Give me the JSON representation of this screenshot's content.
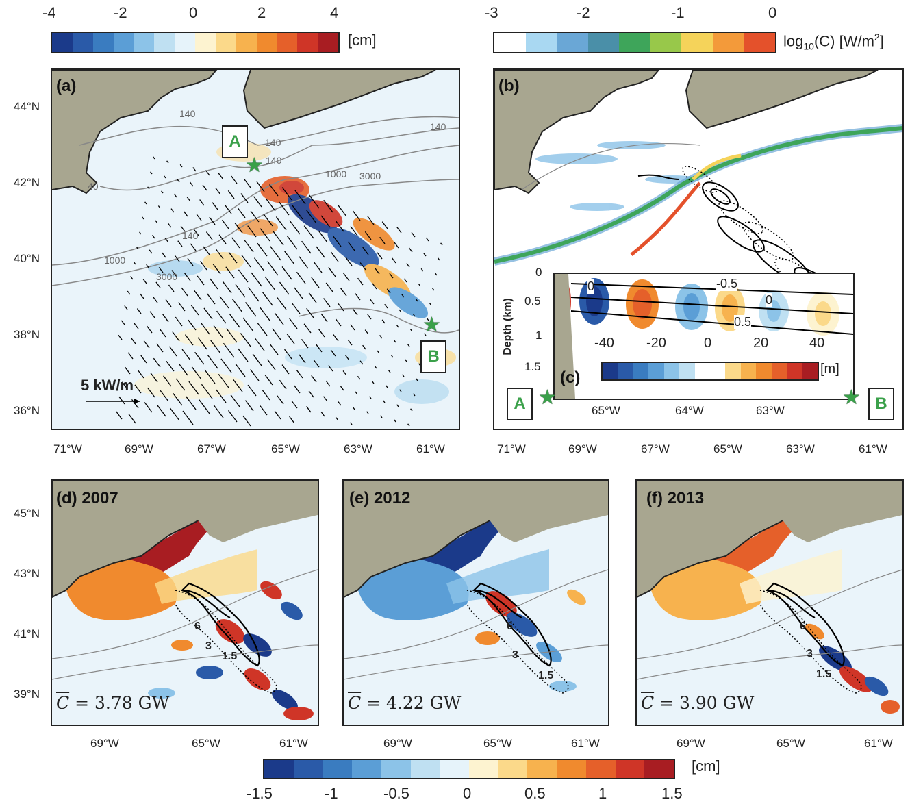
{
  "colorbars": {
    "ssh_top": {
      "ticks": [
        "-4",
        "-2",
        "0",
        "2",
        "4"
      ],
      "unit": "[cm]",
      "colors": [
        "#1b3a8a",
        "#2a5aa8",
        "#3a7cc0",
        "#5b9ed6",
        "#8cc3e8",
        "#bfe0f2",
        "#e6f3fa",
        "#fdf3d0",
        "#fbd98a",
        "#f7b24e",
        "#f08a2e",
        "#e5602a",
        "#cf3527",
        "#a81d22"
      ]
    },
    "flux_top": {
      "ticks": [
        "-3",
        "-2",
        "-1",
        "0"
      ],
      "unit": "log10(C) [W/m2]",
      "colors": [
        "#ffffff",
        "#a9d8f2",
        "#6aa7d6",
        "#4a8fa8",
        "#3ea55a",
        "#98c84a",
        "#f5d35a",
        "#f39a3a",
        "#e4512b"
      ]
    },
    "depth_inset": {
      "unit": "[m]",
      "colors": [
        "#1b3a8a",
        "#2a5aa8",
        "#3a7cc0",
        "#5b9ed6",
        "#8cc3e8",
        "#bfe0f2",
        "#ffffff",
        "#ffffff",
        "#fbd98a",
        "#f7b24e",
        "#f08a2e",
        "#e5602a",
        "#cf3527",
        "#a81d22"
      ]
    },
    "ssh_bottom": {
      "ticks": [
        "-1.5",
        "-1",
        "-0.5",
        "0",
        "0.5",
        "1",
        "1.5"
      ],
      "unit": "[cm]",
      "colors": [
        "#1b3a8a",
        "#2a5aa8",
        "#3a7cc0",
        "#5b9ed6",
        "#8cc3e8",
        "#bfe0f2",
        "#e6f3fa",
        "#fdf3d0",
        "#fbd98a",
        "#f7b24e",
        "#f08a2e",
        "#e5602a",
        "#cf3527",
        "#a81d22"
      ]
    }
  },
  "panel_a": {
    "label": "(a)",
    "lat_ticks": [
      "44°N",
      "42°N",
      "40°N",
      "38°N",
      "36°N"
    ],
    "lon_ticks": [
      "71°W",
      "69°W",
      "67°W",
      "65°W",
      "63°W",
      "61°W"
    ],
    "contour_labels": [
      "140",
      "140",
      "140",
      "140",
      "40",
      "1000",
      "3000",
      "1000",
      "3000",
      "140"
    ],
    "point_a": "A",
    "point_b": "B",
    "scale_label": "5 kW/m"
  },
  "panel_b": {
    "label": "(b)",
    "lon_ticks": [
      "71°W",
      "69°W",
      "67°W",
      "65°W",
      "63°W",
      "61°W"
    ]
  },
  "panel_c": {
    "label": "(c)",
    "ylabel": "Depth (km)",
    "y_ticks": [
      "0",
      "0.5",
      "1",
      "1.5"
    ],
    "lon_ticks": [
      "65°W",
      "64°W",
      "63°W"
    ],
    "value_labels": [
      "-40",
      "-20",
      "0",
      "20",
      "40"
    ],
    "contour_labels": [
      "-0.5",
      "0",
      "0",
      "0.5"
    ],
    "point_a": "A",
    "point_b": "B"
  },
  "panel_d": {
    "label": "(d) 2007",
    "lat_ticks": [
      "45°N",
      "43°N",
      "41°N",
      "39°N"
    ],
    "lon_ticks": [
      "69°W",
      "65°W",
      "61°W"
    ],
    "c_value": "= 3.78 GW",
    "contour_labels": [
      "6",
      "3",
      "1.5"
    ]
  },
  "panel_e": {
    "label": "(e) 2012",
    "lon_ticks": [
      "69°W",
      "65°W",
      "61°W"
    ],
    "c_value": "= 4.22 GW",
    "contour_labels": [
      "6",
      "3",
      "1.5"
    ]
  },
  "panel_f": {
    "label": "(f) 2013",
    "lon_ticks": [
      "69°W",
      "65°W",
      "61°W"
    ],
    "c_value": "= 3.90 GW",
    "contour_labels": [
      "6",
      "3",
      "1.5"
    ]
  },
  "c_symbol": "C"
}
